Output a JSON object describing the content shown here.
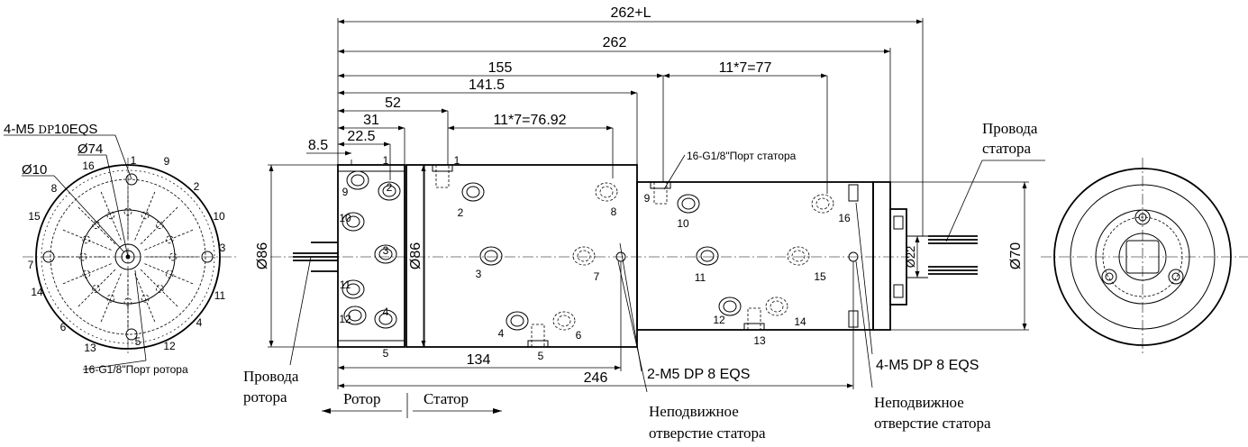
{
  "dimensions": {
    "total_l": "262+L",
    "total": "262",
    "d155": "155",
    "d141": "141.5",
    "d52": "52",
    "d31": "31",
    "d22": "22.5",
    "d8": "8.5",
    "pitch_stator": "11*7=77",
    "pitch_rotor": "11*7=76.92",
    "d134": "134",
    "d246": "246",
    "dia86_left": "Ø86",
    "dia86_mid": "Ø86",
    "dia70": "Ø70",
    "dia22": "Ø22",
    "dia74": "Ø74",
    "dia10": "Ø10"
  },
  "labels": {
    "m5_rotor_a": "4-M5 ",
    "m5_rotor_dp": "DP",
    "m5_rotor_b": "10EQS",
    "port_rotor": "16-G1/8\"Порт ротора",
    "port_stator": "16-G1/8\"Порт статора",
    "wires_rotor": [
      "Провода",
      "ротора"
    ],
    "wires_stator": [
      "Провода",
      "статора"
    ],
    "rotor": "Ротор",
    "stator": "Статор",
    "m5_2": "2-M5 DP 8 EQS",
    "m5_4": "4-M5 DP 8 EQS",
    "fixed_hole_1": [
      "Неподвижное",
      "отверстие статора"
    ],
    "fixed_hole_2": [
      "Неподвижное",
      "отверстие статора"
    ]
  },
  "port_numbers": {
    "left_circle": [
      "1",
      "9",
      "2",
      "10",
      "3",
      "11",
      "4",
      "12",
      "5",
      "13",
      "6",
      "14",
      "7",
      "15",
      "8",
      "16"
    ],
    "rotor_face": [
      "1",
      "9",
      "2",
      "10",
      "3",
      "11",
      "4",
      "12",
      "5"
    ],
    "stator_a": [
      "1",
      "2",
      "3",
      "4",
      "5",
      "6",
      "7",
      "8"
    ],
    "stator_b": [
      "9",
      "10",
      "11",
      "12",
      "13",
      "14",
      "15",
      "16"
    ]
  }
}
